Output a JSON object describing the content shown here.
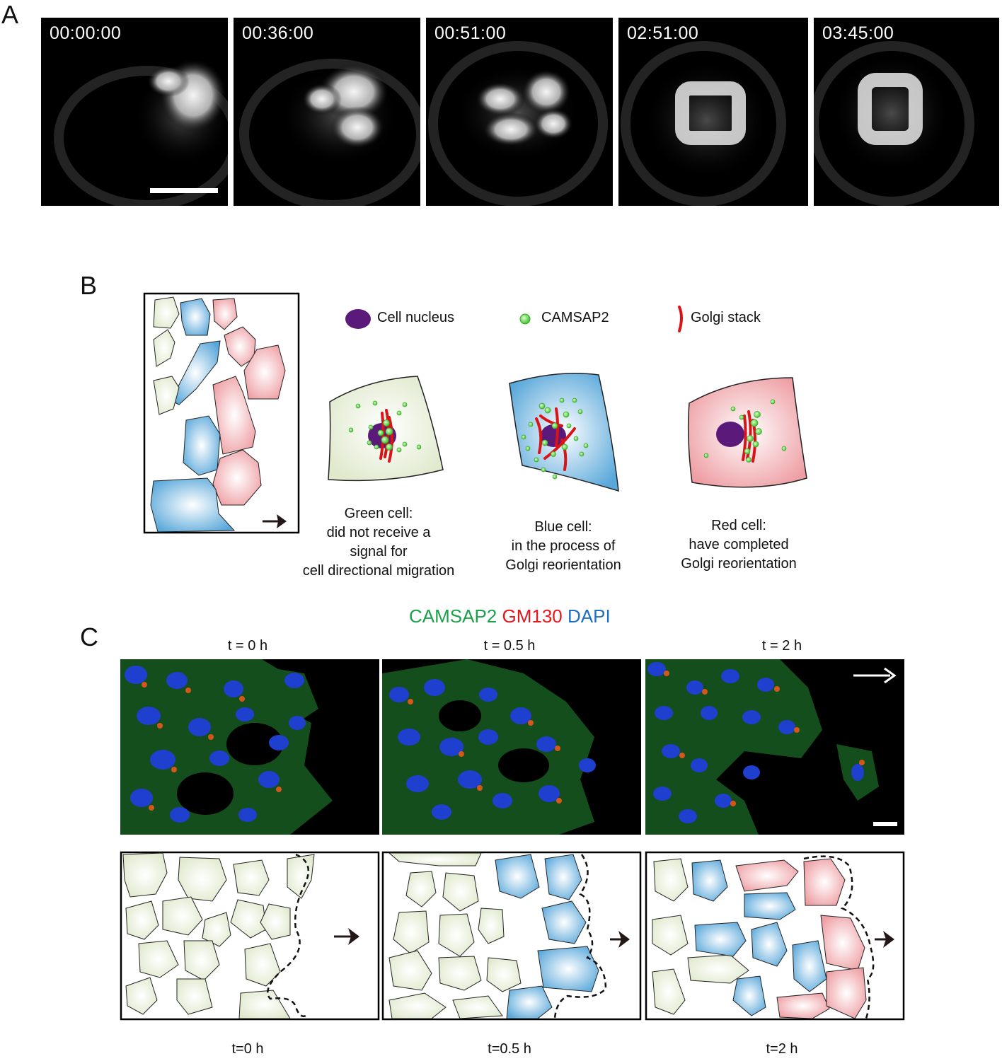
{
  "panels": {
    "a": {
      "letter": "A",
      "timestamps": [
        "00:00:00",
        "00:36:00",
        "00:51:00",
        "02:51:00",
        "03:45:00"
      ]
    },
    "b": {
      "letter": "B",
      "legend": {
        "nucleus": "Cell nucleus",
        "camsap2": "CAMSAP2",
        "golgi": "Golgi stack"
      },
      "captions": {
        "green": [
          "Green cell:",
          "did not receive a",
          "signal for",
          "cell directional migration"
        ],
        "blue": [
          "Blue cell:",
          "in the process of",
          "Golgi reorientation"
        ],
        "red": [
          "Red cell:",
          "have completed",
          "Golgi reorientation"
        ]
      }
    },
    "c": {
      "letter": "C",
      "stain": {
        "camsap2": "CAMSAP2",
        "gm130": "GM130",
        "dapi": "DAPI"
      },
      "top_labels": [
        "t = 0 h",
        "t = 0.5 h",
        "t = 2 h"
      ],
      "bottom_labels": [
        "t=0 h",
        "t=0.5 h",
        "t=2 h"
      ]
    }
  },
  "colors": {
    "green_stain": "#1aa34a",
    "red_stain": "#e8151b",
    "blue_stain": "#1d6fc4",
    "nucleus": "#5b1a7a",
    "golgi": "#d91318",
    "camsap": "#5fd24a",
    "green_cell": "#e7efd8",
    "blue_cell": "#6fb3df",
    "red_cell": "#f2b5b8"
  }
}
